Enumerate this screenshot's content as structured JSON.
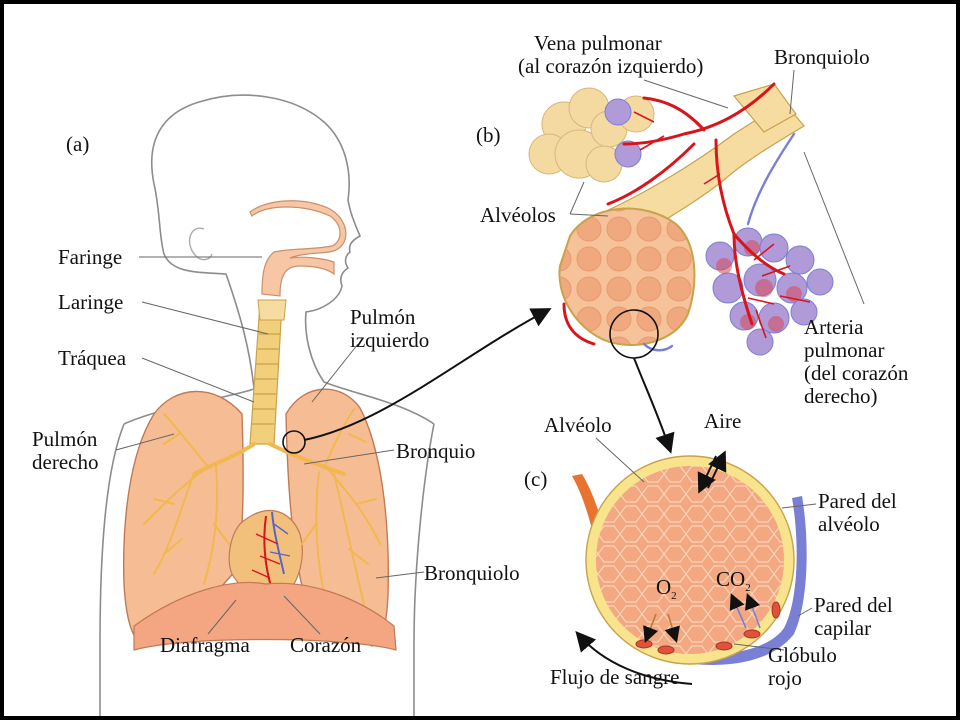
{
  "panels": {
    "a": "(a)",
    "b": "(b)",
    "c": "(c)"
  },
  "labels_a": {
    "faringe": "Faringe",
    "laringe": "Laringe",
    "traquea": "Tráquea",
    "pulmon_derecho_1": "Pulmón",
    "pulmon_derecho_2": "derecho",
    "pulmon_izquierdo_1": "Pulmón",
    "pulmon_izquierdo_2": "izquierdo",
    "bronquio": "Bronquio",
    "bronquiolo": "Bronquiolo",
    "diafragma": "Diafragma",
    "corazon": "Corazón"
  },
  "labels_b": {
    "vena_1": "Vena pulmonar",
    "vena_2": "(al corazón izquierdo)",
    "bronquiolo": "Bronquiolo",
    "alveolos": "Alvéolos",
    "arteria_1": "Arteria",
    "arteria_2": "pulmonar",
    "arteria_3": "(del corazón",
    "arteria_4": "derecho)"
  },
  "labels_c": {
    "alveolo": "Alvéolo",
    "aire": "Aire",
    "pared_alveolo_1": "Pared del",
    "pared_alveolo_2": "alvéolo",
    "o2": "O",
    "o2_sub": "2",
    "co2": "CO",
    "co2_sub": "2",
    "pared_capilar_1": "Pared del",
    "pared_capilar_2": "capilar",
    "globulo_1": "Glóbulo",
    "globulo_2": "rojo",
    "flujo": "Flujo de sangre"
  },
  "colors": {
    "lung": "#f6bd95",
    "lung_outline": "#c07a55",
    "airway": "#f2cf7a",
    "alveolus": "#f3a882",
    "alveolus_wall": "#f7e48c",
    "artery_red": "#d8151b",
    "vein_blue": "#7a7fd6",
    "outline_gray": "#8c8c8c"
  }
}
